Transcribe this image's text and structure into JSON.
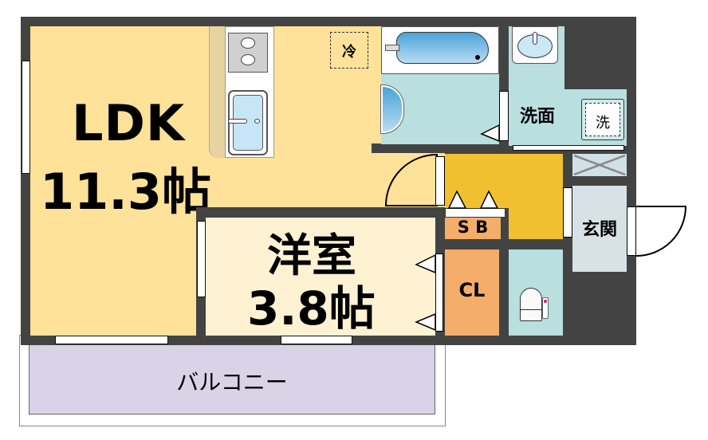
{
  "floor_plan": {
    "rooms": {
      "ldk": {
        "name": "LDK",
        "size": "11.3帖",
        "color": "#FFE29A"
      },
      "western_room": {
        "name": "洋室",
        "size": "3.8帖",
        "color": "#FFF2D3"
      },
      "washroom": {
        "name": "洗面",
        "color": "#B9DFDF"
      },
      "bathroom": {
        "color": "#B9DFDF"
      },
      "hall": {
        "color": "#F0C030"
      },
      "shoe_box": {
        "name": "S B",
        "color": "#F5AD6A"
      },
      "closet": {
        "name": "CL",
        "color": "#F5AD6A"
      },
      "toilet": {
        "color": "#B9DFDF"
      },
      "entrance": {
        "name": "玄関",
        "color": "#D8E2E6"
      },
      "balcony": {
        "name": "バルコニー",
        "color": "#D9D3E8"
      }
    },
    "fixtures": {
      "fridge_label": "冷",
      "washer_label": "洗"
    },
    "colors": {
      "wall": "#434343",
      "kitchen_counter": "#E6D3A0"
    }
  }
}
